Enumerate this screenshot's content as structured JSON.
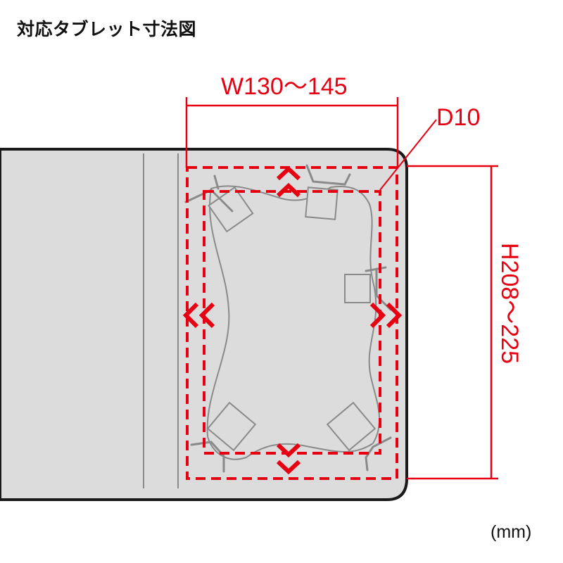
{
  "title": "対応タブレット寸法図",
  "unit_label": "(mm)",
  "dimensions": {
    "width": "W130〜145",
    "depth": "D10",
    "height": "H208〜225"
  },
  "colors": {
    "accent": "#e60012",
    "case_fill": "#dcdcdc",
    "case_outline": "#1a1a1a",
    "clamp_stroke": "#8a8a8a"
  },
  "elements": {
    "case": "tablet-case-panel",
    "outer_range": "max-size-dashed-outline",
    "inner_range": "min-size-dashed-outline",
    "arrows": [
      "up",
      "down",
      "left",
      "right"
    ],
    "clamps": 5
  }
}
